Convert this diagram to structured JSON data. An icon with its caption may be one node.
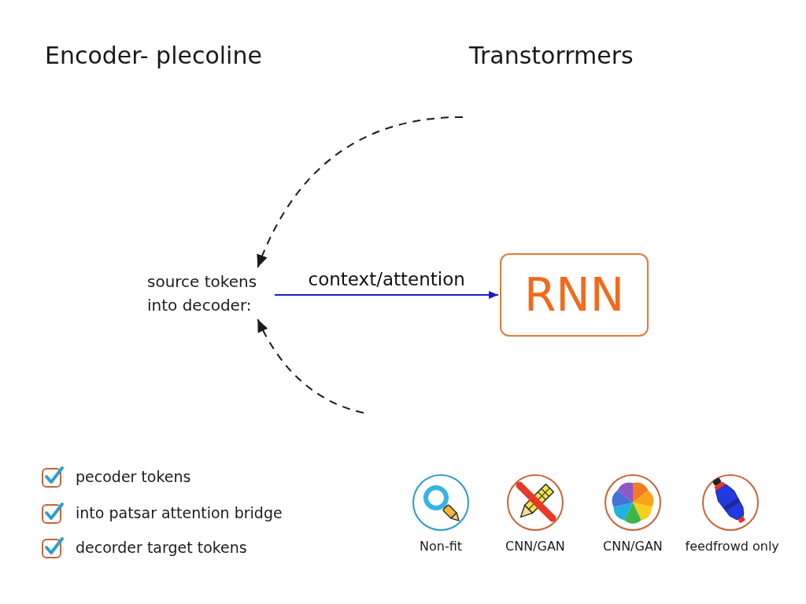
{
  "diagram": {
    "title": "Encoder- plecoline",
    "nodes": [
      {
        "text": [
          "source tokens into decoder:"
        ]
      },
      {
        "text": [
          "RNN"
        ]
      }
    ],
    "edges": [
      {
        "from": 0,
        "to": 1,
        "arrow": "to",
        "label": "context/attention",
        "color": "#1c1ccc"
      },
      {
        "from": null,
        "to": 0,
        "arrow": "to",
        "style": "dashed"
      },
      {
        "from": null,
        "to": 0,
        "arrow": "to",
        "style": "dashed"
      }
    ],
    "labels": [
      "Transtorrmers",
      "pecoder tokens",
      "into patsar attention bridge",
      "decorder target tokens",
      "Non-fit",
      "CNN/GAN",
      "CNN/GAN",
      "feedfrowd only"
    ]
  }
}
